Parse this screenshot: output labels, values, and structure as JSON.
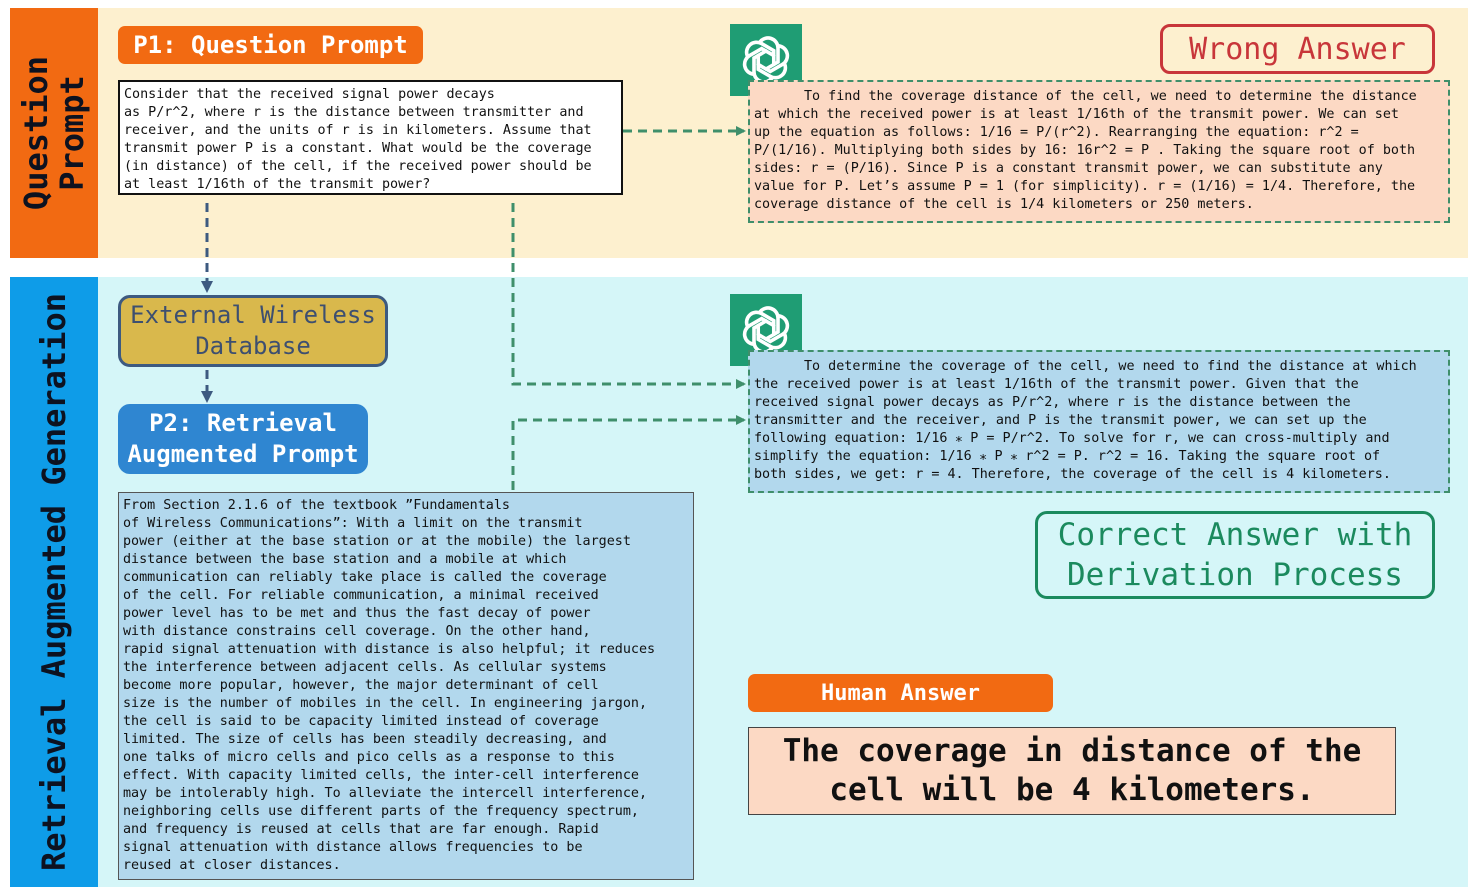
{
  "sections": {
    "top_label": "Question\nPrompt",
    "bottom_label": "Retrieval Augmented Generation"
  },
  "p1_label": "P1: Question Prompt",
  "question_text": "Consider that the received signal power decays\nas P/r^2, where r is the distance between transmitter and\nreceiver, and the units of r is in kilometers. Assume that\ntransmit power P is a constant. What would be the coverage\n(in distance) of the cell, if the received power should be\nat least 1/16th of the transmit power?",
  "wrong_label": "Wrong Answer",
  "wrong_text": "To find the coverage distance of the cell, we need to determine the distance\nat which the received power is at least 1/16th of the transmit power. We can set\nup the equation as follows: 1/16 = P/(r^2). Rearranging the equation: r^2 =\nP/(1/16). Multiplying both sides by 16: 16r^2 = P . Taking the square root of both\nsides: r = (P/16). Since P is a constant transmit power, we can substitute any\nvalue for P. Let’s assume P = 1 (for simplicity). r = (1/16) = 1/4. Therefore, the\ncoverage distance of the cell is 1/4 kilometers or 250 meters.",
  "external_db_label": "External Wireless\nDatabase",
  "p2_label": "P2: Retrieval\nAugmented Prompt",
  "retrieval_text": "From Section 2.1.6 of the textbook ”Fundamentals\nof Wireless Communications”: With a limit on the transmit\npower (either at the base station or at the mobile) the largest\ndistance between the base station and a mobile at which\ncommunication can reliably take place is called the coverage\nof the cell. For reliable communication, a minimal received\npower level has to be met and thus the fast decay of power\nwith distance constrains cell coverage. On the other hand,\nrapid signal attenuation with distance is also helpful; it reduces\nthe interference between adjacent cells. As cellular systems\nbecome more popular, however, the major determinant of cell\nsize is the number of mobiles in the cell. In engineering jargon,\nthe cell is said to be capacity limited instead of coverage\nlimited. The size of cells has been steadily decreasing, and\none talks of micro cells and pico cells as a response to this\neffect. With capacity limited cells, the inter-cell interference\nmay be intolerably high. To alleviate the intercell interference,\nneighboring cells use different parts of the frequency spectrum,\nand frequency is reused at cells that are far enough. Rapid\nsignal attenuation with distance allows frequencies to be\nreused at closer distances.",
  "correct_text": "To determine the coverage of the cell, we need to find the distance at which\nthe received power is at least 1/16th of the transmit power. Given that the\nreceived signal power decays as P/r^2, where r is the distance between the\ntransmitter and the receiver, and P is the transmit power, we can set up the\nfollowing equation: 1/16 ⁎ P = P/r^2. To solve for r, we can cross-multiply and\nsimplify the equation: 1/16 ⁎ P ⁎ r^2 = P. r^2 = 16. Taking the square root of\nboth sides, we get: r = 4. Therefore, the coverage of the cell is 4 kilometers.",
  "correct_label": "Correct Answer with\nDerivation Process",
  "human_label": "Human Answer",
  "human_answer": "The coverage in distance of the\ncell will be 4 kilometers.",
  "colors": {
    "orange": "#f26a12",
    "blue": "#0e9ce8",
    "top_band": "#fdf0cf",
    "bottom_band": "#d5f6f8",
    "chatgpt_green": "#1f9d74",
    "arrow_green": "#3f8f6b",
    "arrow_blue": "#3d5a80",
    "wrong_red": "#c8363a",
    "correct_green": "#1b8a5e"
  },
  "icons": [
    "chatgpt-logo-icon",
    "chatgpt-logo-icon"
  ]
}
